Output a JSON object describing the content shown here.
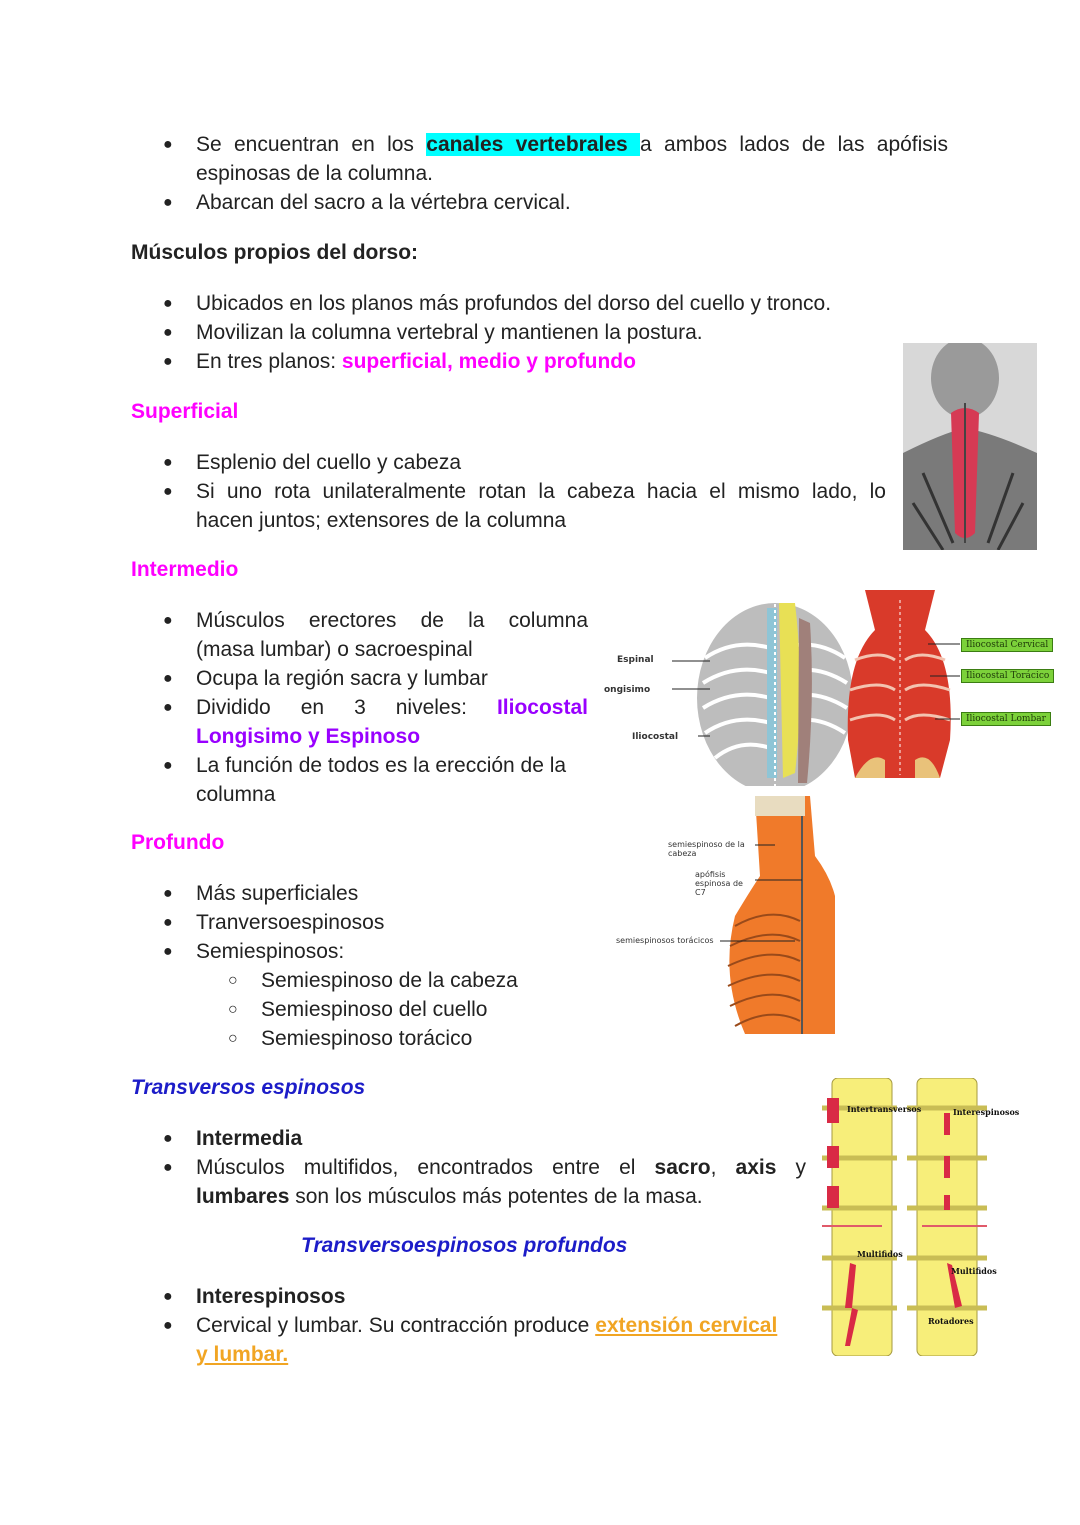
{
  "intro": {
    "b1_pre": "Se encuentran en los",
    "b1_hl": "canales vertebrales ",
    "b1_post": "a ambos lados de las apófisis",
    "b1_cont": "espinosas de la columna.",
    "b2": "Abarcan del sacro a la vértebra cervical."
  },
  "propios": {
    "title": "Músculos propios del dorso:",
    "b1": "Ubicados en los planos más profundos del dorso del cuello y tronco.",
    "b2": "Movilizan la columna vertebral y mantienen la postura.",
    "b3_pre": "En tres planos: ",
    "b3_hl": "superficial,  medio y profundo"
  },
  "superficial": {
    "title": "Superficial",
    "b1": "Esplenio del cuello y cabeza",
    "b2a": "Si uno rota unilateralmente rotan la cabeza hacia el mismo lado, lo",
    "b2b": "hacen juntos; extensores de la columna"
  },
  "intermedio": {
    "title": "Intermedio",
    "b1a": "Músculos erectores de la columna",
    "b1b": "(masa lumbar) o sacroespinal",
    "b2": "Ocupa la región sacra y lumbar",
    "b3a": "Dividido en 3 niveles:",
    "b3_hl1": "Iliocostal",
    "b3_hl2": "Longisimo y Espinoso",
    "b4a": "La función de todos es la erección de la",
    "b4b": "columna",
    "fig_labels": [
      "Espinal",
      "ongisimo",
      "Iliocostal"
    ],
    "fig_green_labels": [
      "Iliocostal Cervical",
      "Iliocostal Torácico",
      "Iliocostal Lombar"
    ]
  },
  "profundo": {
    "title": "Profundo",
    "items": [
      "Más superficiales",
      "Tranversoespinosos",
      "Semiespinosos:"
    ],
    "subitems": [
      "Semiespinoso de la cabeza",
      "Semiespinoso del cuello",
      "Semiespinoso  torácico"
    ],
    "fig_labels": [
      "semiespinoso de la cabeza",
      "apófisis espinosa de C7",
      "semiespinosos torácicos"
    ]
  },
  "transversos": {
    "title": "Transversos espinosos",
    "b1": "Intermedia",
    "b2_pre": "Músculos multifidos, encontrados entre el ",
    "b2_s": "sacro",
    ", ": "",
    "b2_a": "axis",
    "b2_y": "y",
    "b2_l": "lumbares",
    "b2_post": " son los músculos más potentes de la masa.",
    "subtitle": "Transversoespinosos profundos",
    "b3": "Interespinosos",
    "b4_pre": "Cervical y lumbar. Su contracción produce ",
    "b4_hl1": "extensión cervical",
    "b4_hl2": "y lumbar.",
    "fig_labels": [
      "Intertransversos",
      "Interespinosos",
      "Multifidos",
      "Multifidos",
      "Rotadores"
    ]
  },
  "colors": {
    "highlight": "#00ffff",
    "magenta": "#ff00ff",
    "purple": "#9900ff",
    "blue": "#1c1cc8",
    "orange": "#f1a523"
  }
}
